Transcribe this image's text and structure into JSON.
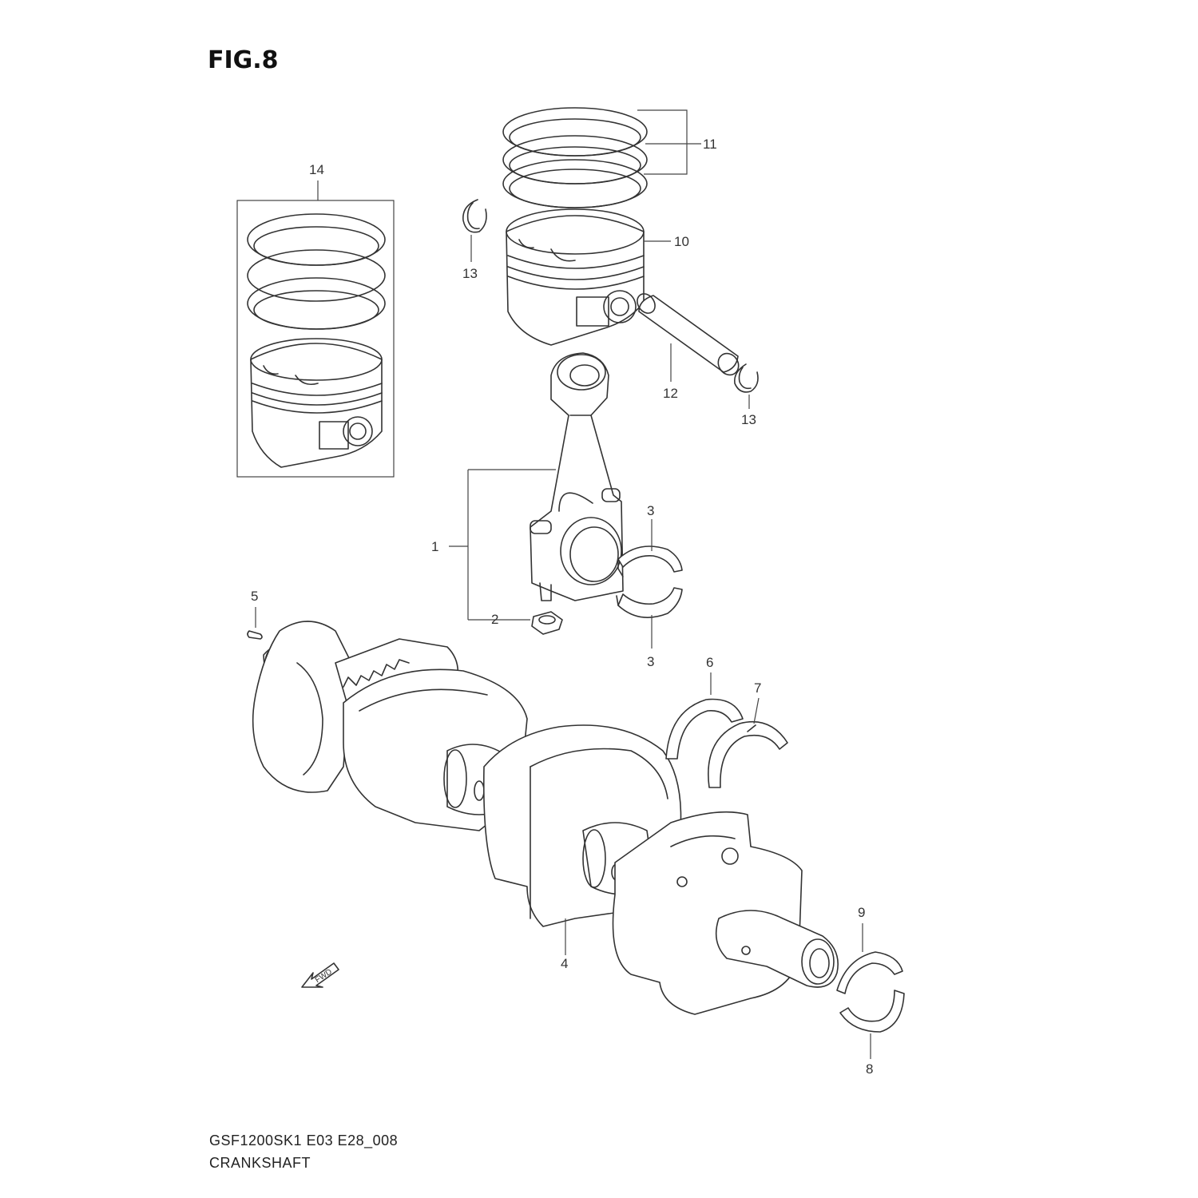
{
  "figure": {
    "title": "FIG.8",
    "code": "GSF1200SK1 E03 E28_008",
    "name": "CRANKSHAFT"
  },
  "callouts": {
    "c1": "1",
    "c2": "2",
    "c3a": "3",
    "c3b": "3",
    "c4": "4",
    "c5": "5",
    "c6": "6",
    "c7": "7",
    "c8": "8",
    "c9": "9",
    "c10": "10",
    "c11": "11",
    "c12": "12",
    "c13a": "13",
    "c13b": "13",
    "c14": "14"
  },
  "fwd_label": "FWD"
}
